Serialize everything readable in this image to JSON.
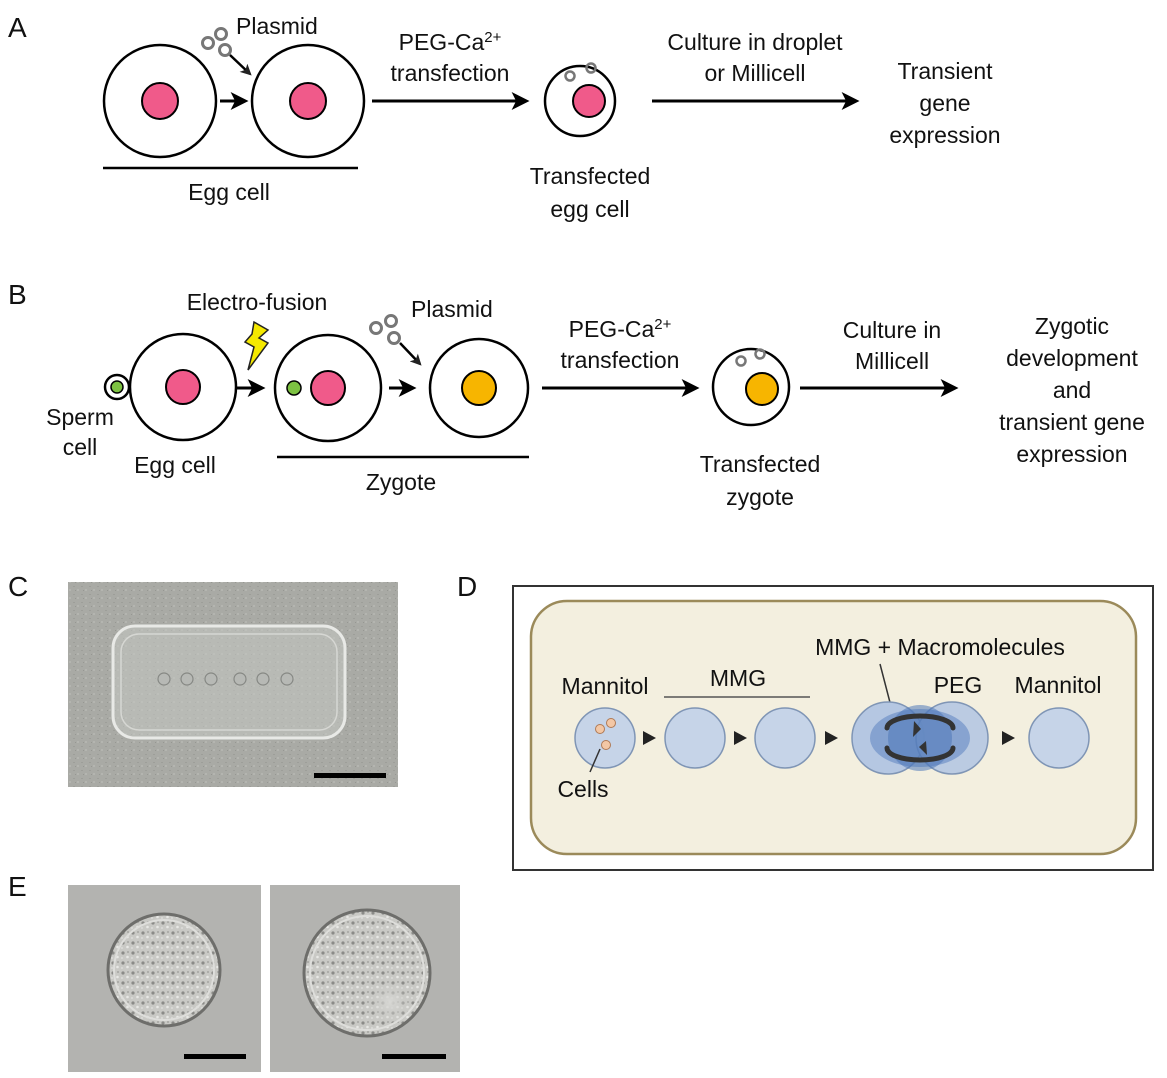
{
  "panels": {
    "A": {
      "letter": "A",
      "plasmid_label": "Plasmid",
      "group_label": "Egg cell",
      "step1_line1": "PEG-Ca",
      "step1_sup": "2+",
      "step1_line2": "transfection",
      "product_line1": "Transfected",
      "product_line2": "egg cell",
      "step2_line1": "Culture in droplet",
      "step2_line2": "or Millicell",
      "outcome": [
        "Transient",
        "gene",
        "expression"
      ]
    },
    "B": {
      "letter": "B",
      "fusion_label": "Electro-fusion",
      "plasmid_label": "Plasmid",
      "sperm_line1": "Sperm",
      "sperm_line2": "cell",
      "egg_label": "Egg cell",
      "group_label": "Zygote",
      "step1_line1": "PEG-Ca",
      "step1_sup": "2+",
      "step1_line2": "transfection",
      "product_line1": "Transfected",
      "product_line2": "zygote",
      "step2_line1": "Culture in",
      "step2_line2": "Millicell",
      "outcome": [
        "Zygotic",
        "development",
        "and",
        "transient gene",
        "expression"
      ]
    },
    "C": {
      "letter": "C"
    },
    "D": {
      "letter": "D",
      "mannitol_start": "Mannitol",
      "mmg": "MMG",
      "mmg_macro": "MMG + Macromolecules",
      "peg": "PEG",
      "mannitol_end": "Mannitol",
      "cells": "Cells"
    },
    "E": {
      "letter": "E"
    }
  },
  "colors": {
    "egg_nucleus": "#f05a8a",
    "zygote_nucleus": "#f7b500",
    "sperm": "#7dc242",
    "plasmid": "#777777",
    "lightning": "#f5e900",
    "d_fill": "#c6d4e8",
    "d_border": "#9b8a5a",
    "d_overlap": "#5c84c1",
    "photo_gray": "#a8a8a4"
  },
  "icons": {
    "arrow": "arrow-right-icon",
    "bolt": "lightning-bolt-icon",
    "rotation": "rotation-arrows-icon"
  }
}
